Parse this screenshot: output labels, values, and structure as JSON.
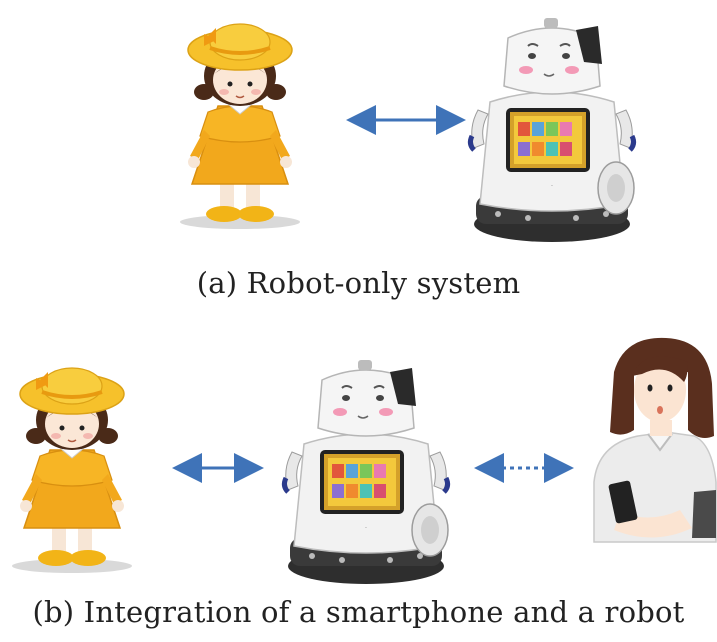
{
  "captions": {
    "a": "(a) Robot-only system",
    "b": "(b) Integration of a smartphone and a robot"
  },
  "figures": {
    "child": "girl-in-yellow-dress-figure",
    "robot": "service-robot-with-tablet-figure",
    "adult": "woman-holding-smartphone-figure"
  },
  "arrows": {
    "solid": "solid-double-arrow",
    "dotted": "dotted-double-arrow"
  },
  "colors": {
    "arrow": "#3f73b8",
    "dress": "#f2a81c",
    "hat": "#f6c12b",
    "hair": "#4a2a18",
    "robot_body": "#f2f2f2",
    "robot_base": "#2e2e2e",
    "screen_frame": "#d4a12a",
    "shirt": "#ececec"
  }
}
